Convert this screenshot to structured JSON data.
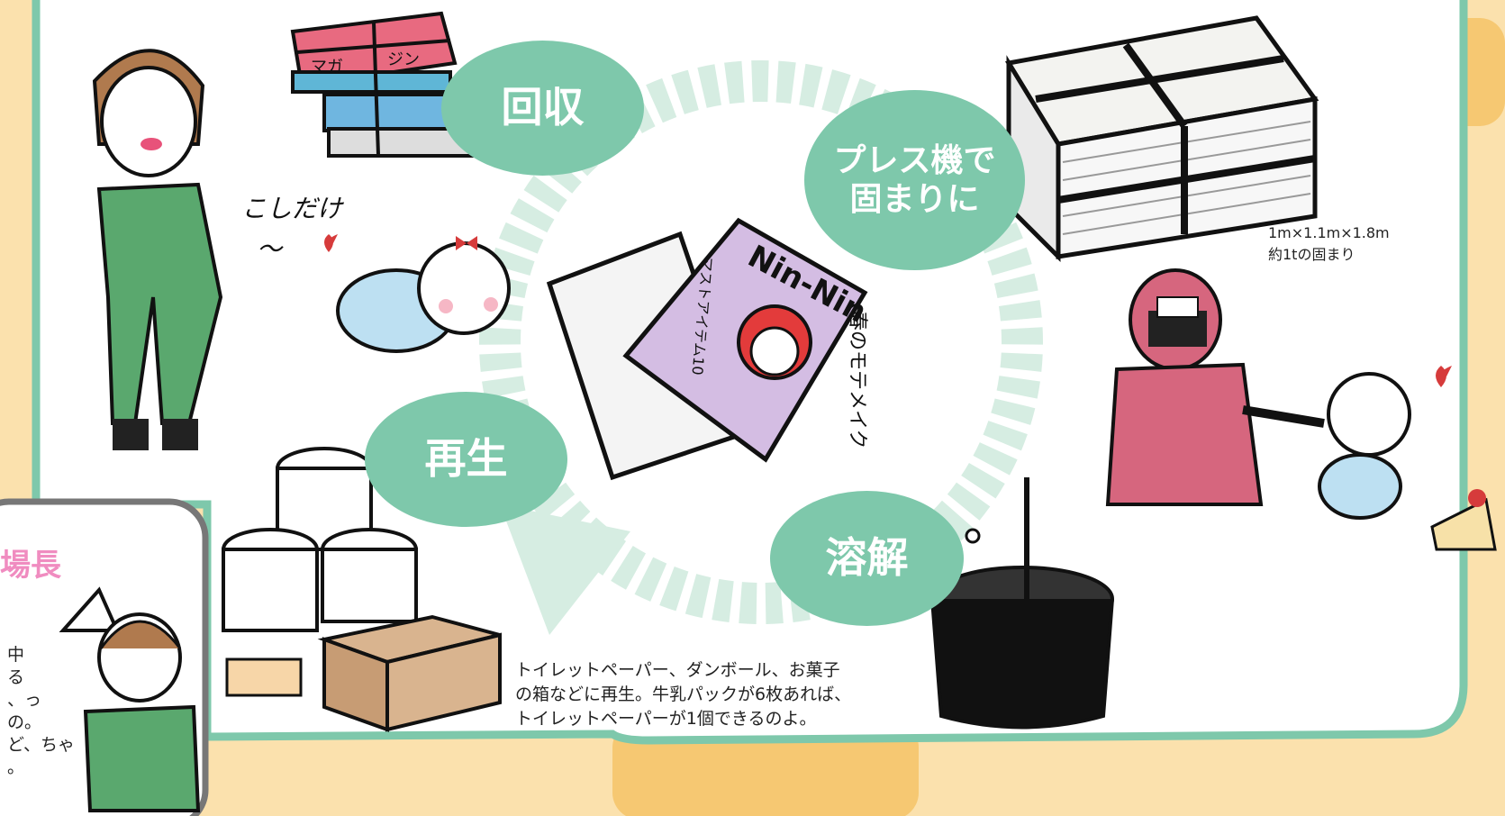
{
  "cycle_steps": {
    "collect": "回収",
    "press": "プレス機で\n固まりに",
    "dissolve": "溶解",
    "recycle": "再生"
  },
  "bale_note": {
    "line1": "1m×1.1m×1.8m",
    "line2": "約1tの固まり"
  },
  "recycle_caption": {
    "line1": "トイレットペーパー、ダンボール、お菓子",
    "line2": "の箱などに再生。牛乳パックが6枚あれば、",
    "line3": "トイレットペーパーが1個できるのよ。"
  },
  "handwriting": {
    "line1": "こしだけ",
    "line2": "〜"
  },
  "magazine": {
    "title": "Nin-Nin",
    "headline": "春のモテメイク",
    "subline": "マストアイテム10",
    "bundle_label_1": "マガ",
    "bundle_label_2": "ジン"
  },
  "inset": {
    "title": "場長",
    "text_lines": [
      "中",
      "る",
      "、っ",
      "の。",
      "ど、ちゃ",
      "。"
    ]
  },
  "colors": {
    "accent_green": "#7ec8ab",
    "light_green": "#cfe9dc",
    "background_orange": "#fbe1ad",
    "inset_pink": "#f08cc0"
  }
}
